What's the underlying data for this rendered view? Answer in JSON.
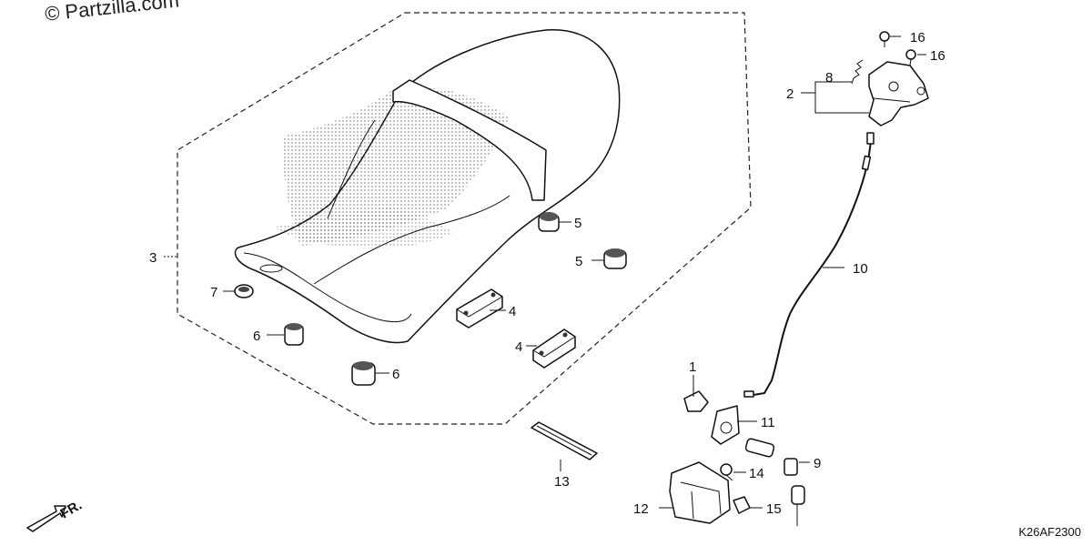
{
  "watermark": "© Partzilla.com",
  "diagram_code": "K26AF2300",
  "direction_label": "FR.",
  "callouts": {
    "c1": "1",
    "c2": "2",
    "c3": "3",
    "c4a": "4",
    "c4b": "4",
    "c5a": "5",
    "c5b": "5",
    "c6a": "6",
    "c6b": "6",
    "c7": "7",
    "c8": "8",
    "c9": "9",
    "c10": "10",
    "c11": "11",
    "c12": "12",
    "c13": "13",
    "c14": "14",
    "c15": "15",
    "c16a": "16",
    "c16b": "16"
  }
}
